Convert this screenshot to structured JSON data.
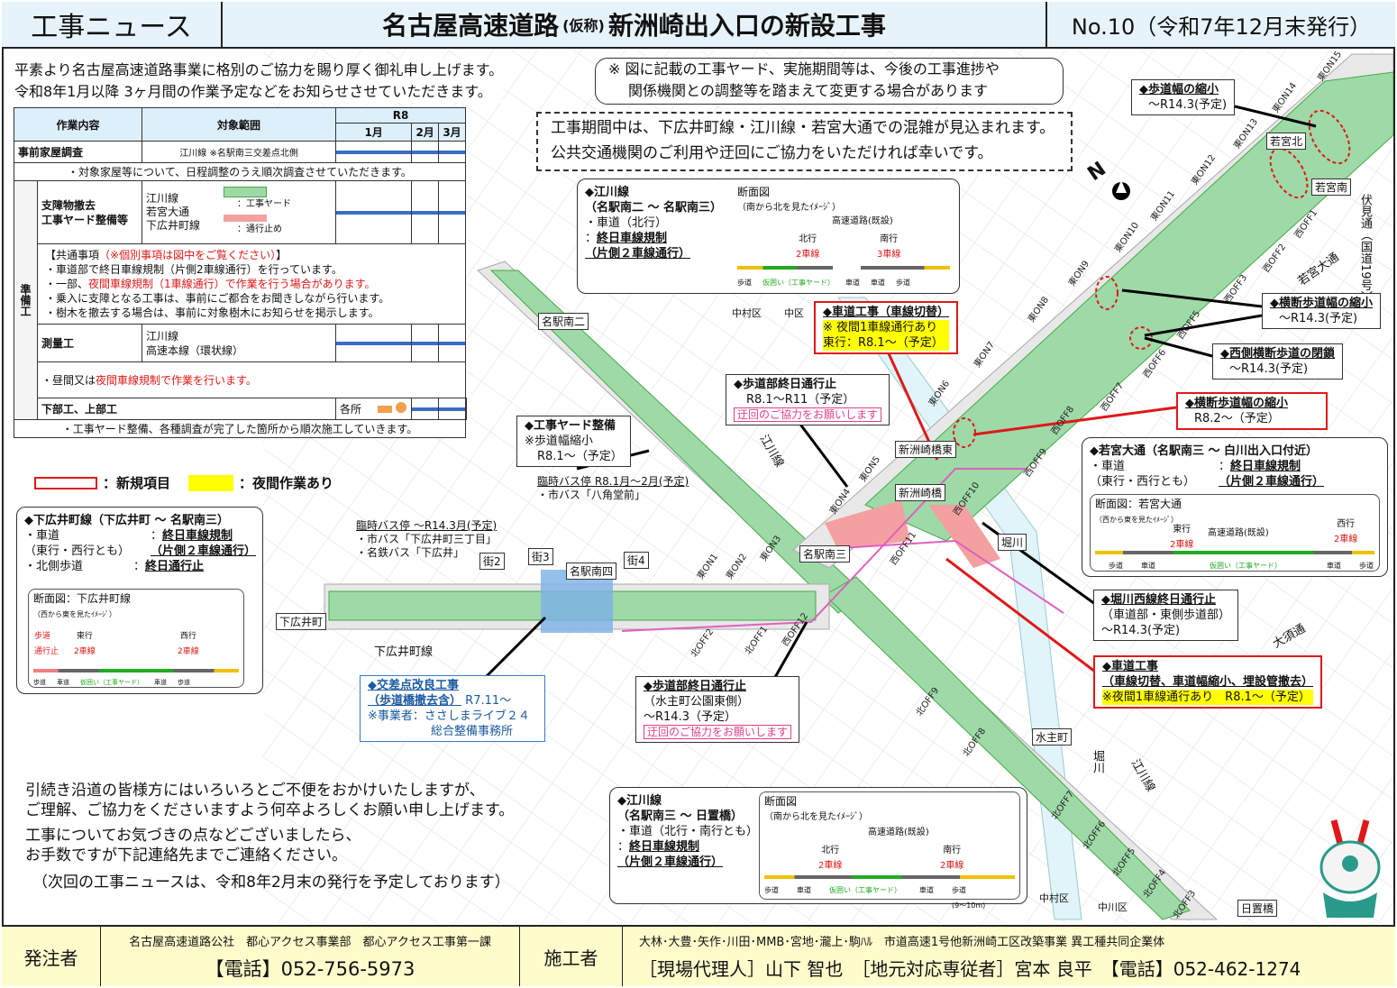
{
  "header": {
    "series": "工事ニュース",
    "title_a": "名古屋高速道路",
    "title_b": "(仮称)",
    "title_c": "新洲崎出入口の新設工事",
    "issue": "No.10（令和7年12月末発行）"
  },
  "intro": [
    "平素より名古屋高速道路事業に格別のご協力を賜り厚く御礼申し上げます。",
    "令和8年1月以降 3ヶ月間の作業予定などをお知らせさせていただきます。"
  ],
  "notice": [
    "※ 図に記載の工事ヤード、実施期間等は、今後の工事進捗や",
    "関係機関との調整等を踏まえて変更する場合があります"
  ],
  "congestion": [
    "工事期間中は、下広井町線・江川線・若宮大通での混雑が見込まれます。",
    "公共交通機関のご利用や迂回にご協力をいただければ幸いです。"
  ],
  "schedule": {
    "headers": {
      "work": "作業内容",
      "scope": "対象範囲",
      "year": "R8",
      "months": [
        "1月",
        "2月",
        "3月"
      ]
    },
    "rows": [
      {
        "work": "事前家屋調査",
        "scope": "江川線 ※名駅南三交差点北側",
        "note": "・対象家屋等について、日程調整のうえ順次調査させていただきます。"
      },
      {
        "group": "準備工",
        "work": "支障物撤去\n工事ヤード整備等",
        "scope": [
          "江川線",
          "若宮大通",
          "下広井町線"
        ],
        "legend_yard": "：工事ヤード",
        "legend_closed": "：通行止め",
        "common_title": "【共通事項",
        "common_red": "（※個別事項は図中をご覧ください）",
        "common_end": "】",
        "common": [
          "・車道部で終日車線規制（片側2車線通行）を行っています。",
          "・乗入に支障となる工事は、事前にご都合をお聞きしながら行います。",
          "・樹木を撤去する場合は、事前に対象樹木にお知らせを掲示します。"
        ],
        "common_mixed": {
          "pre": "・一部、",
          "red": "夜間車線規制（1車線通行）で作業を行う場合があります。"
        }
      },
      {
        "work": "測量工",
        "scope": [
          "江川線",
          "高速本線（環状線）"
        ],
        "note_pre": "・昼間又は",
        "note_red": "夜間車線規制で作業を行います。"
      },
      {
        "work": "下部工、上部工",
        "scope": "各所",
        "note": "・工事ヤード整備、各種調査が完了した箇所から順次施工していきます。"
      }
    ]
  },
  "legend": {
    "new": "：新規項目",
    "night": "：夜間作業あり"
  },
  "callouts": {
    "c1": {
      "t": "◆歩道幅の縮小",
      "d": "～R14.3(予定)"
    },
    "c2": {
      "t": "◆横断歩道幅の縮小",
      "d": "～R14.3(予定)"
    },
    "c3": {
      "t": "◆西側横断歩道の閉鎖",
      "d": "～R14.3(予定)"
    },
    "c4": {
      "t": "◆横断歩道幅の縮小",
      "d": "R8.2～（予定）"
    },
    "c5": {
      "t": "◆車道工事（車線切替）",
      "n": "※ 夜間1車線通行あり",
      "d": "東行：R8.1～（予定）"
    },
    "c6": {
      "t": "◆歩道部終日通行止",
      "d": "R8.1～R11（予定）",
      "p": "迂回のご協力をお願いします"
    },
    "c7": {
      "t": "◆工事ヤード整備",
      "s": "※歩道幅縮小",
      "d": "R8.1～（予定）"
    },
    "c8": {
      "t": "臨時バス停 R8.1月～2月(予定)",
      "s": "・市バス「八角堂前」"
    },
    "c9": {
      "t": "臨時バス停 ～R14.3月(予定)",
      "s": [
        "・市バス「下広井町三丁目」",
        "・名鉄バス「下広井」"
      ]
    },
    "c10": {
      "t": "◆交差点改良工事",
      "t2": "（歩道橋撤去含）",
      "d": "R7.11～",
      "s": "※事業者：ささしまライブ２４",
      "s2": "総合整備事務所"
    },
    "c11": {
      "t": "◆歩道部終日通行止",
      "s": "（水主町公園東側）",
      "d": "～R14.3（予定）",
      "p": "迂回のご協力をお願いします"
    },
    "c12": {
      "t": "◆堀川西線終日通行止",
      "s": "（車道部・東側歩道部）",
      "d": "～R14.3(予定)"
    },
    "c13": {
      "t": "◆車道工事",
      "t2": "（車線切替、車道幅縮小、埋設管撤去）",
      "n": "※夜間1車線通行あり　R8.1～（予定）"
    }
  },
  "panels": {
    "egawa_n": {
      "t": "◆江川線",
      "r": "（名駅南二 ～ 名駅南三）",
      "l1": "・車道（北行）",
      "l2": "終日車線規制",
      "l3": "（片側２車線通行）",
      "sec": "断面図",
      "view": "（南から北を見たｲﾒｰｼﾞ）",
      "exp": "高速道路(既設)",
      "nb": "北行",
      "nbl": "2車線",
      "sb": "南行",
      "sbl": "3車線",
      "labels": [
        "歩道",
        "仮囲い（工事ヤード）",
        "車道",
        "車道",
        "歩道"
      ]
    },
    "wakamiya": {
      "t": "◆若宮大通（名駅南三 ～ 白川出入口付近）",
      "l1": "・車道",
      "l1b": "（東行・西行とも）",
      "l2": "終日車線規制",
      "l3": "（片側２車線通行）",
      "sec": "断面図：若宮大通",
      "view": "（西から東を見たｲﾒｰｼﾞ）",
      "exp": "高速道路(既設)",
      "eb": "東行",
      "ebl": "2車線",
      "wb": "西行",
      "wbl": "2車線",
      "labels": [
        "歩道",
        "車道",
        "仮囲い（工事ヤード）",
        "車道",
        "歩道"
      ]
    },
    "egawa_s": {
      "t": "◆江川線",
      "r": "（名駅南三 ～ 日置橋）",
      "l1": "・車道（北行・南行とも）",
      "l2": "終日車線規制",
      "l3": "（片側２車線通行）",
      "sec": "断面図",
      "view": "（南から北を見たｲﾒｰｼﾞ）",
      "exp": "高速道路(既設)",
      "nb": "北行",
      "nbl": "2車線",
      "sb": "南行",
      "sbl": "2車線",
      "labels": [
        "歩道",
        "車道",
        "仮囲い（工事ヤード）",
        "車道",
        "歩道\n(9～10m)"
      ]
    },
    "shimohiroi": {
      "t": "◆下広井町線（下広井町 ～ 名駅南三）",
      "l1": "・車道",
      "l1b": "（東行・西行とも）",
      "l2": "終日車線規制",
      "l3": "（片側２車線通行）",
      "l4": "・北側歩道",
      "l5": "終日通行止",
      "sec": "断面図：下広井町線",
      "view": "（西から東を見たｲﾒｰｼﾞ）",
      "wb": "西行",
      "wbl": "2車線",
      "eb": "東行",
      "ebl": "2車線",
      "stop": "歩道\n通行止",
      "labels": [
        "歩道",
        "車道",
        "仮囲い（工事ヤード）",
        "車道",
        "歩道"
      ]
    }
  },
  "places": [
    "名駅南二",
    "名駅南三",
    "名駅南四",
    "下広井町",
    "水主町",
    "日置橋",
    "新洲崎橋東",
    "新洲崎橋",
    "若宮北",
    "若宮南",
    "堀川",
    "街2",
    "街3",
    "街4"
  ],
  "roads": [
    "江川線",
    "下広井町線",
    "若宮大通",
    "大須通",
    "伏見通（国道19号）",
    "堀川",
    "江川線",
    "中村区",
    "中区",
    "中村区",
    "中川区"
  ],
  "piers": [
    "東ON1",
    "東ON2",
    "東ON3",
    "東ON4",
    "東ON5",
    "東ON6",
    "東ON7",
    "東ON8",
    "東ON9",
    "東ON10",
    "東ON11",
    "東ON12",
    "東ON13",
    "東ON14",
    "東ON15",
    "西OFF1",
    "西OFF2",
    "西OFF3",
    "西OFF5",
    "西OFF6",
    "西OFF7",
    "西OFF8",
    "西OFF9",
    "西OFF10",
    "西OFF11",
    "西OFF12",
    "北OFF1",
    "北OFF2",
    "北OFF3",
    "北OFF4",
    "北OFF5",
    "北OFF6",
    "北OFF7",
    "北OFF8",
    "北OFF9"
  ],
  "compass": "N",
  "closing": [
    "引続き沿道の皆様方にはいろいろとご不便をおかけいたしますが、",
    "ご理解、ご協力をくださいますよう何卒よろしくお願い申し上げます。",
    "工事についてお気づきの点などございましたら、",
    "お手数ですが下記連絡先までご連絡ください。",
    "（次回の工事ニュースは、令和8年2月末の発行を予定しております）"
  ],
  "footer": {
    "client_label": "発注者",
    "client_org": "名古屋高速道路公社　都心アクセス事業部　都心アクセス工事第一課",
    "client_tel": "【電話】052-756-5973",
    "contractor_label": "施工者",
    "contractor_org": "大林･大豊･矢作･川田･MMB･宮地･瀧上･駒ﾊﾙ　市道高速1号他新洲崎工区改築事業 異工種共同企業体",
    "contractor_people": "［現場代理人］山下 智也　［地元対応専従者］宮本 良平　【電話】052-462-1274"
  },
  "colors": {
    "header_bg": "#e6f3fb",
    "yard": "#9ed9a8",
    "closure": "#f4a0a0",
    "schedule_bar": "#3a6cc8",
    "new_item": "#e01818",
    "night": "#ffff00",
    "footer_bg": "#fffccc",
    "traffic_line": "#e060c0"
  }
}
